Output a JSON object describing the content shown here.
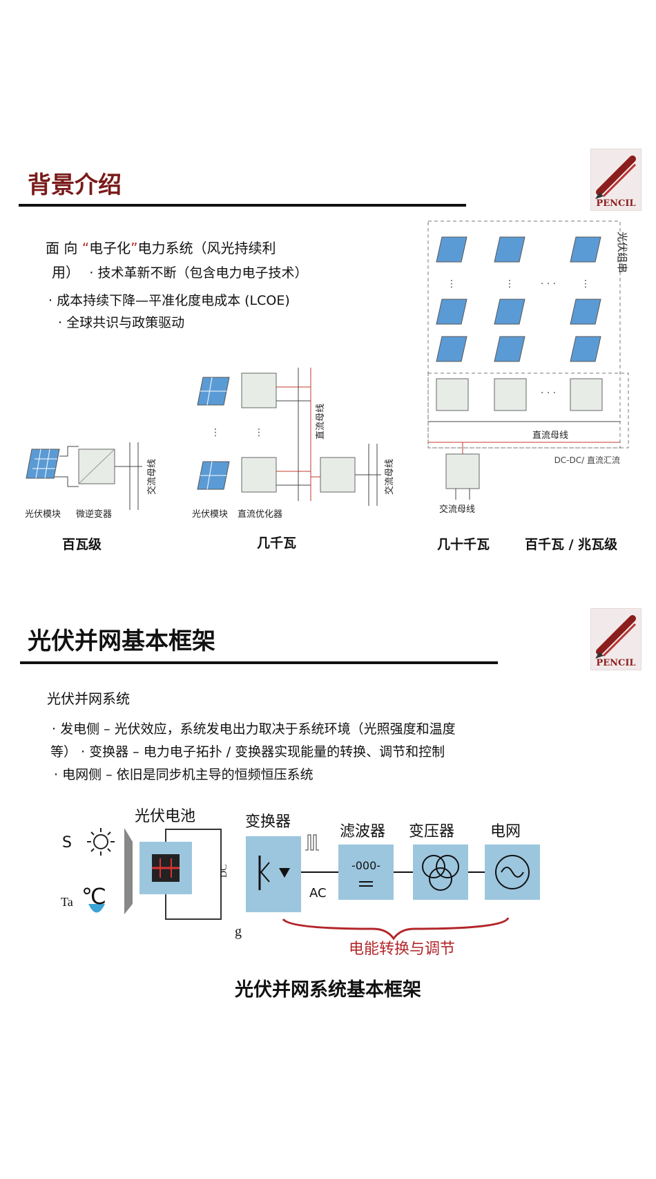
{
  "section1": {
    "title": "背景介绍",
    "heading_prefix": "面 向",
    "heading_quote_open": "“",
    "heading_quote_text": "电子化",
    "heading_quote_close": "”",
    "heading_suffix": "电力系统（风光持续利",
    "line2_a": "用）",
    "line2_b": "· 技术革新不断（包含电力电子技术）",
    "bullet1": "· 成本持续下降—平准化度电成本 (LCOE)",
    "bullet2": "· 全球共识与政策驱动",
    "diagram": {
      "pv_module": "光伏模块",
      "micro_inverter": "微逆变器",
      "ac_bus": "交流母线",
      "dc_optimizer": "直流优化器",
      "dc_bus": "直流母线",
      "pv_string": "光伏组串",
      "dcdc_label": "DC-DC/ 直流汇流",
      "ellipsis": "· · ·"
    },
    "captions": {
      "c1": "百瓦级",
      "c2": "几千瓦",
      "c3": "几十千瓦",
      "c4": "百千瓦 / 兆瓦级"
    }
  },
  "section2": {
    "title": "光伏并网基本框架",
    "subtitle": "光伏并网系统",
    "bullet1": "· 发电侧 – 光伏效应，系统发电出力取决于系统环境（光照强度和温度",
    "bullet2": "等） · 变换器 – 电力电子拓扑 / 变换器实现能量的转换、调节和控制",
    "bullet3": "·   电网侧 – 依旧是同步机主导的恒频恒压系统",
    "diagram": {
      "s_label": "S",
      "ta_label": "Ta",
      "celsius": "℃",
      "pv_cell": "光伏电池",
      "converter": "变换器",
      "filter": "滤波器",
      "transformer": "变压器",
      "grid": "电网",
      "dc": "DC",
      "ac": "AC",
      "g": "g",
      "inductor": "-000-",
      "energy_label": "电能转换与调节"
    },
    "caption": "光伏并网系统基本框架"
  },
  "logo_text": "PENCIL",
  "colors": {
    "accent": "#7a1a1a",
    "red_line": "#c0392b",
    "box_blue": "#9cc6de"
  }
}
